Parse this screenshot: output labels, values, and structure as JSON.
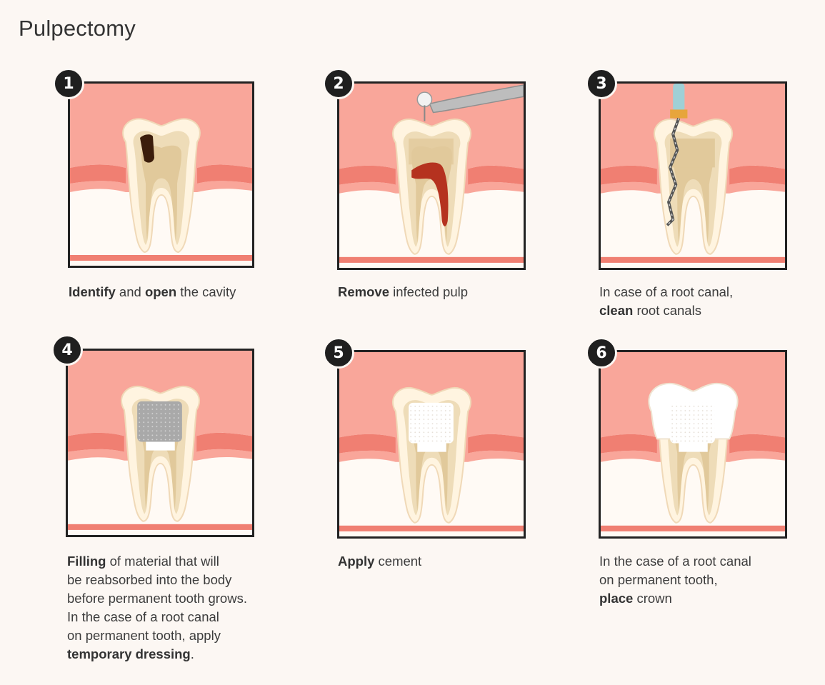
{
  "title": "Pulpectomy",
  "steps": [
    {
      "number": "1",
      "caption": [
        {
          "t": "Identify",
          "b": true
        },
        {
          "t": " and ",
          "b": false
        },
        {
          "t": "open",
          "b": true
        },
        {
          "t": " the cavity",
          "b": false
        }
      ]
    },
    {
      "number": "2",
      "caption": [
        {
          "t": "Remove",
          "b": true
        },
        {
          "t": " infected pulp",
          "b": false
        }
      ]
    },
    {
      "number": "3",
      "caption": [
        {
          "t": "In case of a root canal,",
          "b": false
        },
        {
          "br": true
        },
        {
          "t": "clean",
          "b": true
        },
        {
          "t": " root canals",
          "b": false
        }
      ]
    },
    {
      "number": "4",
      "caption": [
        {
          "t": "Filling",
          "b": true
        },
        {
          "t": " of material that will",
          "b": false
        },
        {
          "br": true
        },
        {
          "t": "be reabsorbed into the body",
          "b": false
        },
        {
          "br": true
        },
        {
          "t": "before permanent tooth grows.",
          "b": false
        },
        {
          "br": true
        },
        {
          "t": "In the case of a root canal",
          "b": false
        },
        {
          "br": true
        },
        {
          "t": "on permanent tooth, apply",
          "b": false
        },
        {
          "br": true
        },
        {
          "t": "temporary dressing",
          "b": true
        },
        {
          "t": ".",
          "b": false
        }
      ]
    },
    {
      "number": "5",
      "caption": [
        {
          "t": "Apply",
          "b": true
        },
        {
          "t": " cement",
          "b": false
        }
      ]
    },
    {
      "number": "6",
      "caption": [
        {
          "t": "In the case of a root canal",
          "b": false
        },
        {
          "br": true
        },
        {
          "t": "on permanent tooth,",
          "b": false
        },
        {
          "br": true
        },
        {
          "t": "place",
          "b": true
        },
        {
          "t": " crown",
          "b": false
        }
      ]
    }
  ],
  "colors": {
    "gum": "#f9a69a",
    "gumLine": "#f07f72",
    "bone": "#fffaf5",
    "enamel": "#fff4e0",
    "dentin": "#eedcb8",
    "pulp": "#e1c99b",
    "infection": "#b5321f",
    "decay": "#3b1d0c",
    "filling": "#a9a9a9",
    "border": "#222222"
  }
}
